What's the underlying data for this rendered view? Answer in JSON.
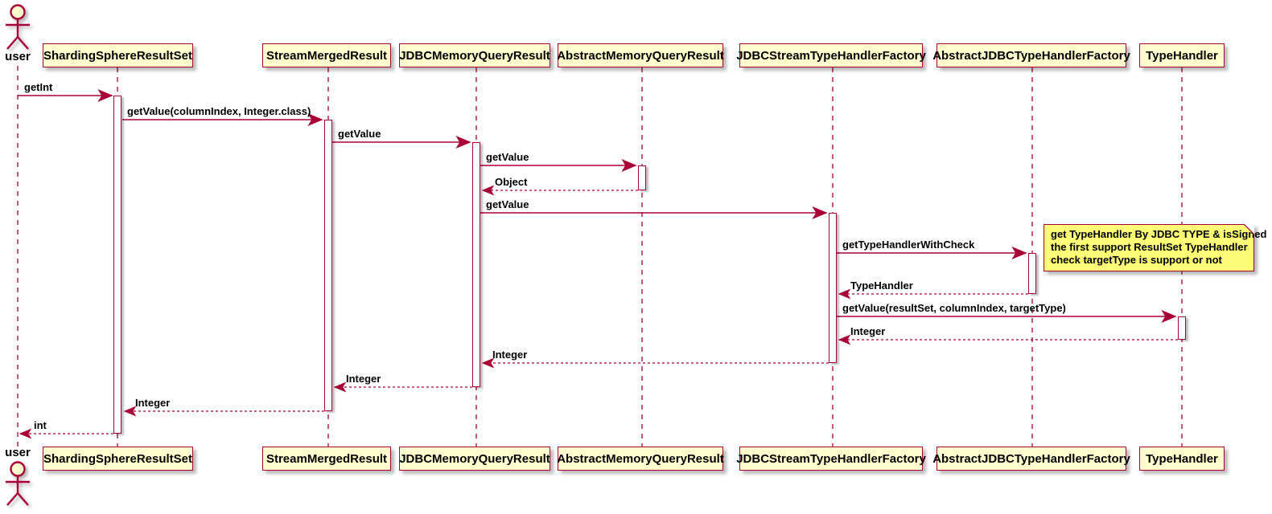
{
  "diagram": {
    "type": "sequence",
    "actor": {
      "name": "user"
    },
    "participants": [
      {
        "name": "ShardingSphereResultSet"
      },
      {
        "name": "StreamMergedResult"
      },
      {
        "name": "JDBCMemoryQueryResult"
      },
      {
        "name": "AbstractMemoryQueryResult"
      },
      {
        "name": "JDBCStreamTypeHandlerFactory"
      },
      {
        "name": "AbstractJDBCTypeHandlerFactory"
      },
      {
        "name": "TypeHandler"
      }
    ],
    "messages": [
      {
        "from": "user",
        "to": "ShardingSphereResultSet",
        "label": "getInt",
        "style": "solid"
      },
      {
        "from": "ShardingSphereResultSet",
        "to": "StreamMergedResult",
        "label": "getValue(columnIndex, Integer.class)",
        "style": "solid"
      },
      {
        "from": "StreamMergedResult",
        "to": "JDBCMemoryQueryResult",
        "label": "getValue",
        "style": "solid"
      },
      {
        "from": "JDBCMemoryQueryResult",
        "to": "AbstractMemoryQueryResult",
        "label": "getValue",
        "style": "solid"
      },
      {
        "from": "AbstractMemoryQueryResult",
        "to": "JDBCMemoryQueryResult",
        "label": "Object",
        "style": "return"
      },
      {
        "from": "JDBCMemoryQueryResult",
        "to": "JDBCStreamTypeHandlerFactory",
        "label": "getValue",
        "style": "solid"
      },
      {
        "from": "JDBCStreamTypeHandlerFactory",
        "to": "AbstractJDBCTypeHandlerFactory",
        "label": "getTypeHandlerWithCheck",
        "style": "solid"
      },
      {
        "from": "AbstractJDBCTypeHandlerFactory",
        "to": "JDBCStreamTypeHandlerFactory",
        "label": "TypeHandler",
        "style": "return"
      },
      {
        "from": "JDBCStreamTypeHandlerFactory",
        "to": "TypeHandler",
        "label": "getValue(resultSet, columnIndex, targetType)",
        "style": "solid"
      },
      {
        "from": "TypeHandler",
        "to": "JDBCStreamTypeHandlerFactory",
        "label": "Integer",
        "style": "return"
      },
      {
        "from": "JDBCStreamTypeHandlerFactory",
        "to": "JDBCMemoryQueryResult",
        "label": "Integer",
        "style": "return"
      },
      {
        "from": "JDBCMemoryQueryResult",
        "to": "StreamMergedResult",
        "label": "Integer",
        "style": "return"
      },
      {
        "from": "StreamMergedResult",
        "to": "ShardingSphereResultSet",
        "label": "Integer",
        "style": "return"
      },
      {
        "from": "ShardingSphereResultSet",
        "to": "user",
        "label": "int",
        "style": "return"
      }
    ],
    "note": {
      "attached_to": "AbstractJDBCTypeHandlerFactory",
      "lines": [
        "get TypeHandler By JDBC TYPE & isSigned",
        "the first support ResultSet TypeHandler",
        "check targetType is support or not"
      ]
    },
    "colors": {
      "line": "#A80036",
      "participant_fill": "#FEFECE",
      "note_fill": "#FBFB77",
      "shadow": "rgba(0,0,0,0.28)"
    }
  }
}
